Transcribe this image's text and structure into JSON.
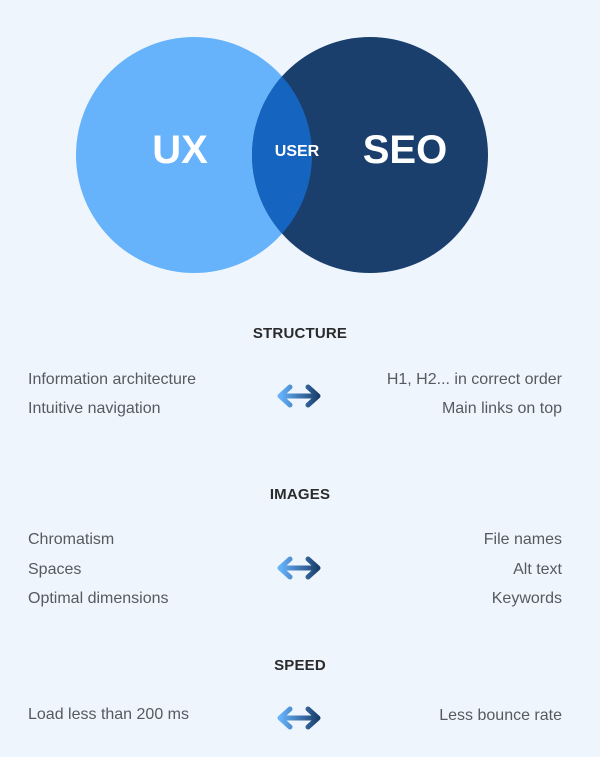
{
  "venn": {
    "left_circle": {
      "label": "UX",
      "color": "#66b3fb"
    },
    "right_circle": {
      "label": "SEO",
      "color": "#1b3f6d"
    },
    "intersection": {
      "label": "USER",
      "color": "#1565c0"
    }
  },
  "sections": [
    {
      "title": "STRUCTURE",
      "ux_items": [
        "Information architecture",
        "Intuitive navigation"
      ],
      "seo_items": [
        "H1, H2... in correct order",
        "Main links on top"
      ],
      "connector_icon": "double-arrow-icon"
    },
    {
      "title": "IMAGES",
      "ux_items": [
        "Chromatism",
        "Spaces",
        "Optimal dimensions"
      ],
      "seo_items": [
        "File names",
        "Alt text",
        "Keywords"
      ],
      "connector_icon": "double-arrow-icon"
    },
    {
      "title": "SPEED",
      "ux_items": [
        "Load less than 200 ms"
      ],
      "seo_items": [
        "Less bounce rate"
      ],
      "connector_icon": "double-arrow-icon"
    }
  ],
  "colors": {
    "background": "#eff5fd",
    "arrow_start": "#66b3fb",
    "arrow_end": "#1b3f6d"
  }
}
